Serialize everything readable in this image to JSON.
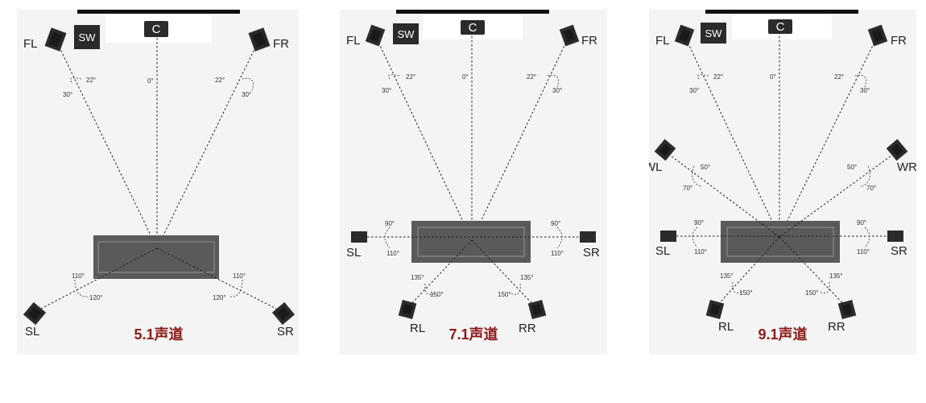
{
  "panels": [
    {
      "title": "5.1声道",
      "speakers": {
        "fl": "FL",
        "fr": "FR",
        "sw": "SW",
        "c": "C",
        "sl": "SL",
        "sr": "SR"
      },
      "angles": {
        "zero": "0°",
        "fl_inner": "22°",
        "fl_outer": "30°",
        "fr_inner": "22°",
        "fr_outer": "30°",
        "sl_a": "110°",
        "sl_b": "120°",
        "sr_a": "110°",
        "sr_b": "120°"
      }
    },
    {
      "title": "7.1声道",
      "speakers": {
        "fl": "FL",
        "fr": "FR",
        "sw": "SW",
        "c": "C",
        "sl": "SL",
        "sr": "SR",
        "rl": "RL",
        "rr": "RR"
      },
      "angles": {
        "zero": "0°",
        "fl_inner": "22°",
        "fl_outer": "30°",
        "fr_inner": "22°",
        "fr_outer": "30°",
        "sl_a": "90°",
        "sl_b": "110°",
        "sr_a": "90°",
        "sr_b": "110°",
        "rl_a": "135°",
        "rl_b": "150°",
        "rr_a": "135°",
        "rr_b": "150°"
      }
    },
    {
      "title": "9.1声道",
      "speakers": {
        "fl": "FL",
        "fr": "FR",
        "sw": "SW",
        "c": "C",
        "wl": "WL",
        "wr": "WR",
        "sl": "SL",
        "sr": "SR",
        "rl": "RL",
        "rr": "RR"
      },
      "angles": {
        "zero": "0°",
        "fl_inner": "22°",
        "fl_outer": "30°",
        "fr_inner": "22°",
        "fr_outer": "30°",
        "wl_a": "50°",
        "wl_b": "70°",
        "wr_a": "50°",
        "wr_b": "70°",
        "sl_a": "90°",
        "sl_b": "110°",
        "sr_a": "90°",
        "sr_b": "110°",
        "rl_a": "135°",
        "rl_b": "150°",
        "rr_a": "135°",
        "rr_b": "150°"
      }
    }
  ]
}
